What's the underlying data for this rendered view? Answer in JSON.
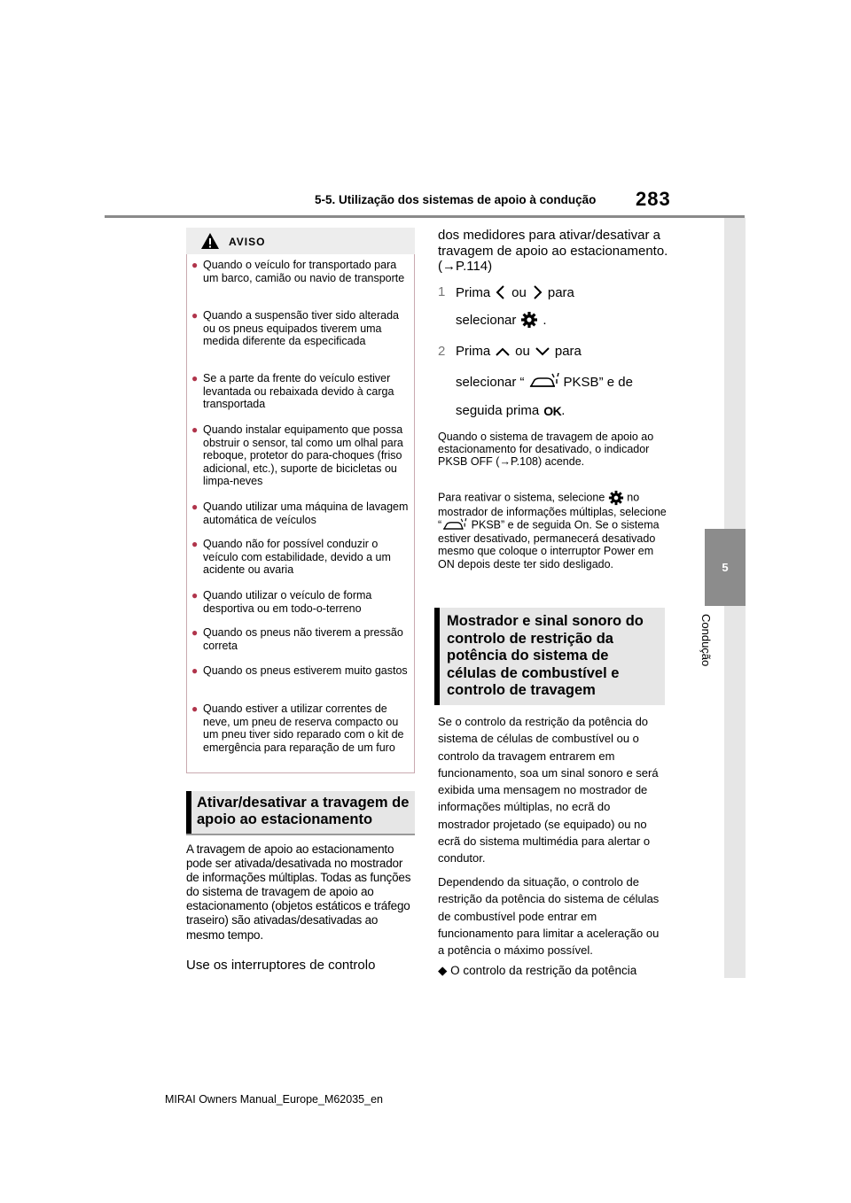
{
  "header": {
    "title": "5-5. Utilização dos sistemas de apoio à condução",
    "page_number": "283"
  },
  "side_tab": {
    "chapter_number": "5",
    "chapter_label": "Condução"
  },
  "warning": {
    "title": "AVISO",
    "items": [
      "Quando o veículo for transportado para um barco, camião ou navio de transporte",
      "Quando a suspensão tiver sido alterada ou os pneus equipados tiverem uma medida diferente da especificada",
      "Se a parte da frente do veículo estiver levantada ou rebaixada devido à carga transportada",
      "Quando instalar equipamento que possa obstruir o sensor, tal como um olhal para reboque, protetor do para-choques (friso adicional, etc.), suporte de bicicletas ou limpa-neves",
      "Quando utilizar uma máquina de lavagem automática de veículos",
      "Quando não for possível conduzir o veículo com estabilidade, devido a um acidente ou avaria",
      "Quando utilizar o veículo de forma desportiva ou em todo-o-terreno",
      "Quando os pneus não tiverem a pressão correta",
      "Quando os pneus estiverem muito gastos",
      "Quando estiver a utilizar correntes de neve, um pneu de reserva compacto ou um pneu tiver sido reparado com o kit de emergência para reparação de um furo"
    ]
  },
  "section1": {
    "title": "Ativar/desativar a travagem de apoio ao estacionamento",
    "paragraph": "A travagem de apoio ao estacionamento pode ser ativada/desativada no mostrador de informações múltiplas. Todas as funções do sistema de travagem de apoio ao estacionamento (objetos estáticos e tráfego traseiro) são ativadas/desativadas ao mesmo tempo.",
    "continued": "Use os interruptores de controlo"
  },
  "right_column": {
    "intro": "dos medidores para ativar/desativar a travagem de apoio ao estacionamento. (→P.114)",
    "steps": [
      {
        "number": "1",
        "line1_a": "Prima",
        "line1_b": "ou",
        "line1_c": "para",
        "line2_a": "selecionar",
        "line2_b": "."
      },
      {
        "number": "2",
        "line1_a": "Prima",
        "line1_b": "ou",
        "line1_c": "para",
        "line2_a": "selecionar “",
        "line2_b": "PKSB” e de",
        "line3_a": "seguida prima",
        "line3_b": "."
      }
    ],
    "ok_label": "OK",
    "note1": "Quando o sistema de travagem de apoio ao estacionamento for desativado, o indicador PKSB OFF (→P.108) acende.",
    "note2_a": "Para reativar o sistema, selecione",
    "note2_b": "no mostrador de informações múltiplas, selecione “",
    "note2_c": "PKSB” e de seguida On. Se o sistema estiver desativado, permanecerá desativado mesmo que coloque o interruptor Power em ON depois deste ter sido desligado.",
    "section2_title": "Mostrador e sinal sonoro do controlo de restrição da potência do sistema de células de combustível e controlo de travagem",
    "para1": "Se o controlo da restrição da potência do sistema de células de combustível ou o controlo da travagem entrarem em funcionamento, soa um sinal sonoro e será exibida uma mensagem no mostrador de informações múltiplas, no ecrã do mostrador projetado (se equipado) ou no ecrã do sistema multimédia para alertar o condutor.",
    "para2": "Dependendo da situação, o controlo de restrição da potência do sistema de células de combustível pode entrar em funcionamento para limitar a aceleração ou a potência o máximo possível.",
    "bullet": "O controlo da restrição da potência"
  },
  "footer": "MIRAI Owners Manual_Europe_M62035_en",
  "colors": {
    "accent": "#b0344b",
    "tab_dark": "#8c8c8c",
    "tab_light": "#e6e6e6"
  },
  "icons": [
    "warning-triangle-icon",
    "chevron-left-icon",
    "chevron-right-icon",
    "chevron-up-icon",
    "chevron-down-icon",
    "gear-icon",
    "car-sensor-icon",
    "ok-icon"
  ]
}
